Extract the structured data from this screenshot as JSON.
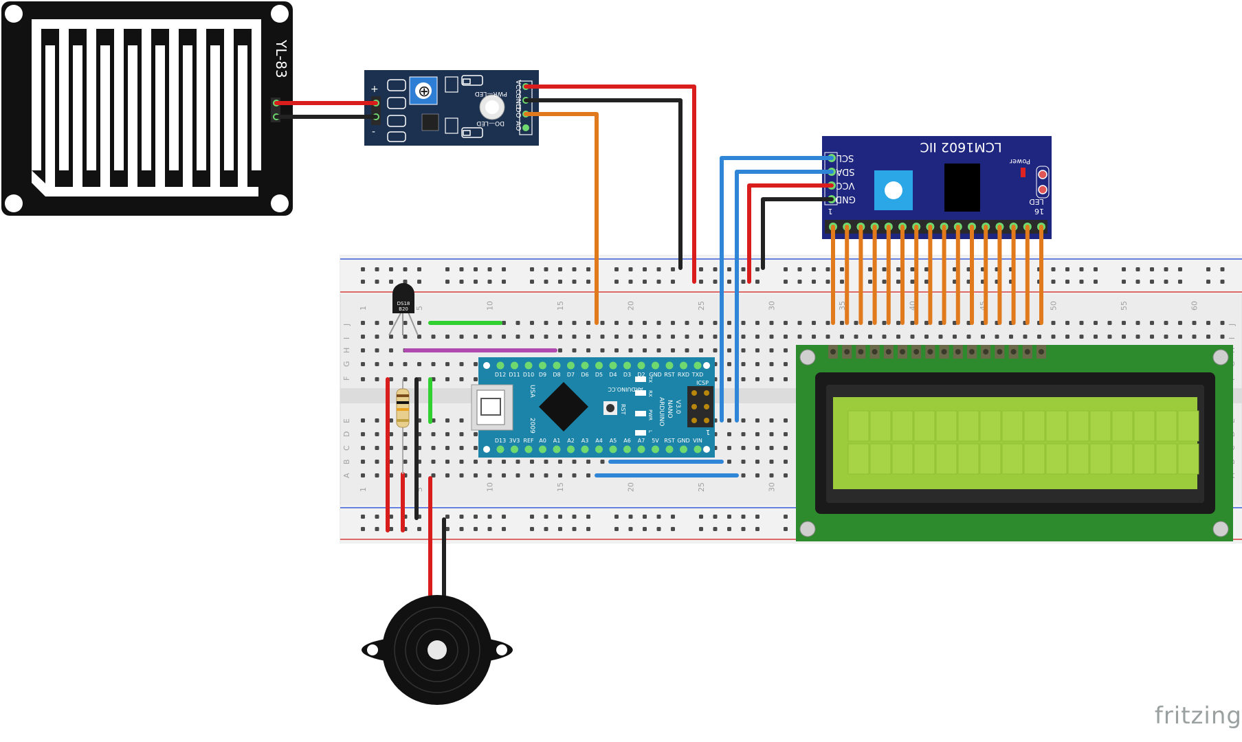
{
  "colors": {
    "wire_red": "#d91c1c",
    "wire_black": "#222222",
    "wire_orange": "#e07a1c",
    "wire_blue": "#2f86d6",
    "wire_green": "#2fd02f",
    "wire_purple": "#b04ab0",
    "pcb_blue": "#1c3a5a",
    "nano_blue": "#1b84a8",
    "i2c_blue": "#1f2a8a",
    "lcd_green": "#2d8a2d",
    "lcd_screen": "#9ccc3c",
    "breadboard": "#ededed",
    "sensor_board": "#111111"
  },
  "rain_sensor": {
    "model": "YL-83",
    "pins": [
      "+",
      "-"
    ]
  },
  "comparator_module": {
    "pins_right": [
      "VCC",
      "GND",
      "DO",
      "AO"
    ],
    "led_labels": [
      "PWR—LED",
      "DO—LED"
    ],
    "pins_left": [
      "+",
      "-"
    ]
  },
  "i2c_module": {
    "title": "LCM1602 IIC",
    "pins": [
      "SCL",
      "SDA",
      "VCC",
      "GND"
    ],
    "power_label": "Power",
    "led_label": "LED",
    "pin_first": "1",
    "pin_last": "16"
  },
  "temp_sensor": {
    "label_line1": "DS18",
    "label_line2": "B20"
  },
  "arduino": {
    "top_pins": [
      "D12",
      "D11",
      "D10",
      "D9",
      "D8",
      "D7",
      "D6",
      "D5",
      "D4",
      "D3",
      "D2",
      "GND",
      "RST",
      "RXD",
      "TXD"
    ],
    "bottom_pins": [
      "D13",
      "3V3",
      "REF",
      "A0",
      "A1",
      "A2",
      "A3",
      "A4",
      "A5",
      "A6",
      "A7",
      "5V",
      "RST",
      "GND",
      "VIN"
    ],
    "brand": "ARDUINO.CC",
    "name_line1": "ARDUINO",
    "name_line2": "NANO",
    "name_line3": "V3.0",
    "usa_label": "USA",
    "year_label": "2009",
    "rst_label": "RST",
    "led_tx": "TX",
    "led_rx": "RX",
    "led_pwr": "PWR",
    "led_l": "L",
    "icsp_label": "ICSP",
    "icsp_pin": "1"
  },
  "breadboard": {
    "column_numbers": [
      "1",
      "5",
      "10",
      "15",
      "20",
      "25",
      "30",
      "35",
      "40",
      "45",
      "50",
      "55",
      "60"
    ],
    "row_letters_top": [
      "J",
      "I",
      "H",
      "G",
      "F"
    ],
    "row_letters_bottom": [
      "E",
      "D",
      "C",
      "B",
      "A"
    ]
  },
  "watermark": "fritzing"
}
